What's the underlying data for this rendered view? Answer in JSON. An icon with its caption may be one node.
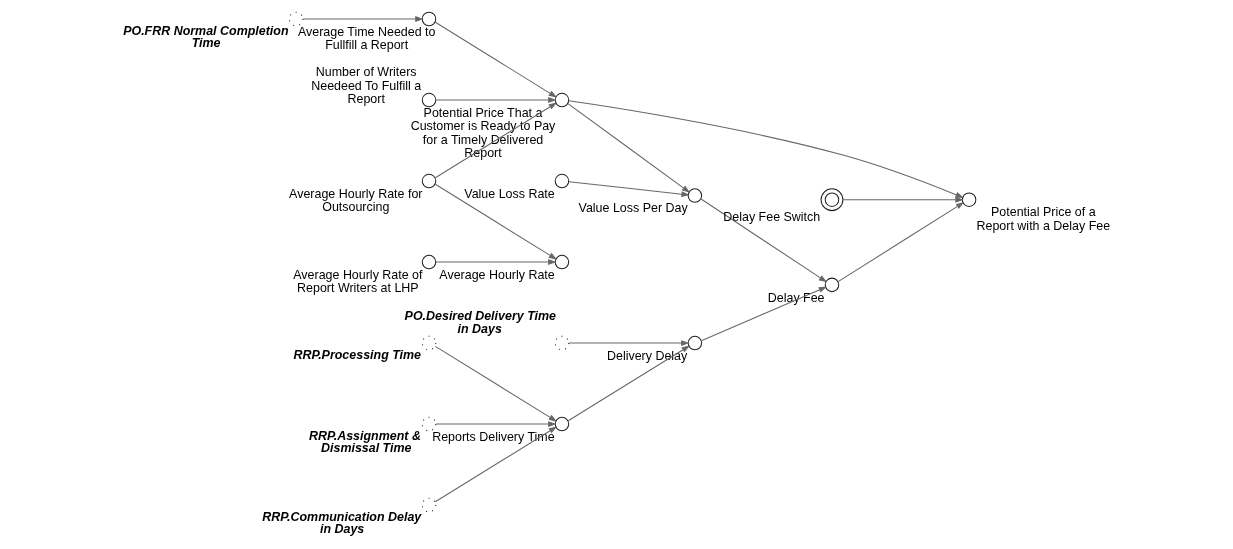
{
  "diagram": {
    "nodes": [
      {
        "text": [],
        "shape": "dotted-circle",
        "beside": [
          "PO.FRR Normal Completion Time"
        ]
      },
      {
        "text": [],
        "shape": "circle",
        "beside": [
          "Average Time Needed to Fullfill a Report"
        ]
      },
      {
        "text": [],
        "shape": "circle",
        "beside": [
          "Potential Price That a Customer is Ready to Pay for a Timely Delivered Report"
        ]
      },
      {
        "text": [],
        "shape": "circle",
        "beside": [
          "Number of Writers Needeed To Fulfill a Report"
        ]
      },
      {
        "text": [],
        "shape": "circle",
        "beside": [
          "Average Hourly Rate for Outsourcing"
        ]
      },
      {
        "text": [],
        "shape": "circle",
        "beside": [
          "Value Loss Per Day"
        ]
      },
      {
        "text": [],
        "shape": "doublecircle",
        "beside": [
          "Delay Fee Switch"
        ]
      },
      {
        "text": [],
        "shape": "circle",
        "beside": [
          "Average Hourly Rate of Report Writers at LHP"
        ]
      },
      {
        "text": [],
        "shape": "circle",
        "beside": [
          "Average Hourly Rate"
        ]
      },
      {
        "text": [],
        "shape": "circle",
        "beside": [
          "Value Loss Rate"
        ]
      },
      {
        "text": [],
        "shape": "circle",
        "beside": [
          "Potential Price of a Report with a Delay Fee"
        ]
      },
      {
        "text": [],
        "shape": "circle",
        "beside": [
          "Delay Fee"
        ]
      },
      {
        "text": [],
        "shape": "circle",
        "beside": [
          "Delivery Delay"
        ]
      },
      {
        "text": [],
        "shape": "circle",
        "beside": [
          "Reports Delivery Time"
        ]
      },
      {
        "text": [],
        "shape": "dotted-circle",
        "beside": [
          "RRP.Processing Time"
        ]
      },
      {
        "text": [],
        "shape": "dotted-circle",
        "beside": [
          "RRP.Assignment & Dismissal Time"
        ]
      },
      {
        "text": [],
        "shape": "dotted-circle",
        "beside": [
          "RRP.Communication Delay in Days"
        ]
      },
      {
        "text": [],
        "shape": "dotted-circle",
        "beside": [
          "PO.Desired Delivery Time in Days"
        ]
      }
    ],
    "edges": [
      {
        "from": 0,
        "to": 1,
        "arrow": "to"
      },
      {
        "from": 1,
        "to": 2,
        "arrow": "to"
      },
      {
        "from": 3,
        "to": 2,
        "arrow": "to"
      },
      {
        "from": 4,
        "to": 2,
        "arrow": "to"
      },
      {
        "from": 2,
        "to": 5,
        "arrow": "to"
      },
      {
        "from": 4,
        "to": 8,
        "arrow": "to"
      },
      {
        "from": 7,
        "to": 8,
        "arrow": "to"
      },
      {
        "from": 9,
        "to": 5,
        "arrow": "to"
      },
      {
        "from": 5,
        "to": 11,
        "arrow": "to"
      },
      {
        "from": 2,
        "to": 10,
        "arrow": "to"
      },
      {
        "from": 6,
        "to": 10,
        "arrow": "to"
      },
      {
        "from": 11,
        "to": 10,
        "arrow": "to"
      },
      {
        "from": 12,
        "to": 11,
        "arrow": "to"
      },
      {
        "from": 17,
        "to": 12,
        "arrow": "to"
      },
      {
        "from": 13,
        "to": 12,
        "arrow": "to"
      },
      {
        "from": 14,
        "to": 13,
        "arrow": "to"
      },
      {
        "from": 15,
        "to": 13,
        "arrow": "to"
      },
      {
        "from": 16,
        "to": 13,
        "arrow": "to"
      }
    ]
  }
}
